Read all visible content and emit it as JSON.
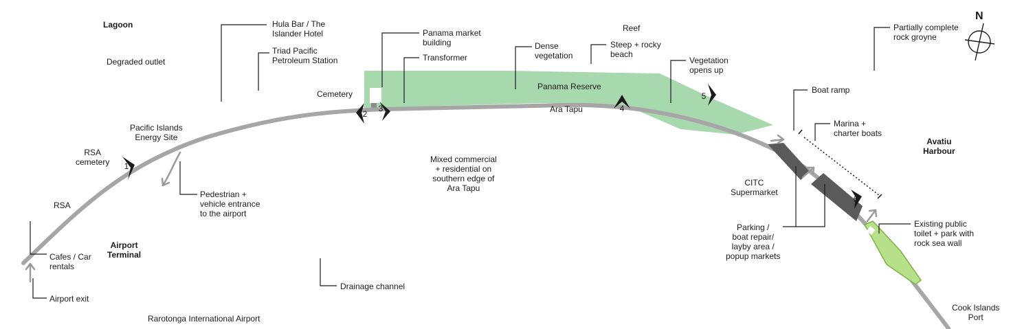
{
  "labels": {
    "lagoon": "Lagoon",
    "degraded_outlet": "Degraded outlet",
    "hula_bar": "Hula Bar / The\nIslander Hotel",
    "triad": "Triad Pacific\nPetroleum  Station",
    "panama_market": "Panama market\nbuilding",
    "transformer": "Transformer",
    "dense_vegetation": "Dense\nvegetation",
    "reef": "Reef",
    "steep_beach": "Steep + rocky\nbeach",
    "vegetation_opens": "Vegetation\nopens up",
    "rock_groyne": "Partially complete\nrock groyne",
    "cemetery": "Cemetery",
    "panama_reserve": "Panama Reserve",
    "ara_tapu": "Ara Tapu",
    "boat_ramp": "Boat ramp",
    "marina": "Marina +\ncharter boats",
    "avatiu_harbour": "Avatiu\nHarbour",
    "pacific_energy": "Pacific Islands\nEnergy Site",
    "rsa_cemetery": "RSA\ncemetery",
    "mixed_commercial": "Mixed commercial\n+ residential on\nsouthern edge of\nAra Tapu",
    "citc": "CITC\nSupermarket",
    "pedestrian": "Pedestrian +\nvehicle entrance\nto the airport",
    "rsa": "RSA",
    "airport_terminal": "Airport\nTerminal",
    "cafes": "Cafes / Car\nrentals",
    "airport_exit": "Airport exit",
    "drainage": "Drainage channel",
    "parking": "Parking /\nboat repair/\nlayby area /\npopup markets",
    "public_toilet": "Existing public\ntoilet + park with\nrock sea wall",
    "rarotonga_airport": "Rarotonga International Airport",
    "cook_islands_port": "Cook Islands\nPort"
  },
  "viewpoints": [
    "1",
    "2",
    "3",
    "4",
    "5",
    "6"
  ],
  "compass": "N",
  "colors": {
    "road": "#a6a6a6",
    "reserve": "#a8d8ae",
    "park": "#b6e08a",
    "park_stroke": "#7cb342",
    "hardstand": "#5a5a5a",
    "arrow": "#9a9a9a",
    "marker": "#1a1a1a"
  }
}
